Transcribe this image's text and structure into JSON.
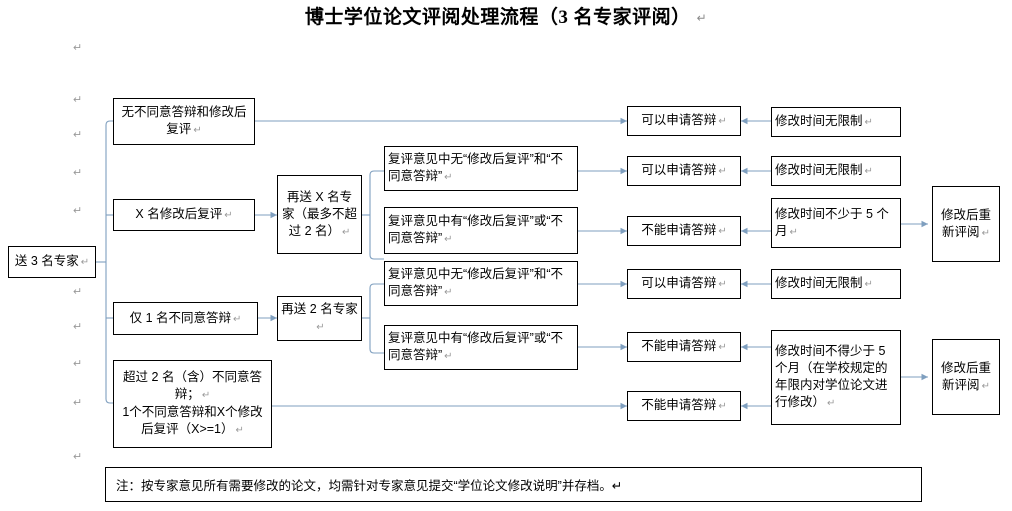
{
  "document": {
    "title": "博士学位论文评阅处理流程（3 名专家评阅）",
    "pilcrow": "↵"
  },
  "nodes": {
    "start": "送 3 名专家",
    "branch_no_objection": "无不同意答辩和修改后复评",
    "branch_x_revise": "X 名修改后复评",
    "branch_one_objection": "仅 1 名不同意答辩",
    "branch_two_plus_objection_l1": "超过 2 名（含）不同意答辩；",
    "branch_two_plus_objection_l2": "1个不同意答辩和X个修改后复评（X>=1）",
    "resend_x": "再送 X 名专家（最多不超过 2 名）",
    "resend_two": "再送 2 名专家",
    "review_no_a": "复评意见中无“修改后复评”和“不同意答辩”",
    "review_yes_a": "复评意见中有“修改后复评”或“不同意答辩”",
    "review_no_b": "复评意见中无“修改后复评”和“不同意答辩”",
    "review_yes_b": "复评意见中有“修改后复评”或“不同意答辩”",
    "can_apply_1": "可以申请答辩",
    "can_apply_2": "可以申请答辩",
    "can_apply_3": "可以申请答辩",
    "cannot_apply_1": "不能申请答辩",
    "cannot_apply_2": "不能申请答辩",
    "cannot_apply_3": "不能申请答辩",
    "time_unlimited_1": "修改时间无限制",
    "time_unlimited_2": "修改时间无限制",
    "time_unlimited_3": "修改时间无限制",
    "time_min_five": "修改时间不少于 5 个月",
    "time_min_five_long": "修改时间不得少于 5 个月（在学校规定的年限内对学位论文进行修改）",
    "rereview_1": "修改后重新评阅",
    "rereview_2": "修改后重新评阅"
  },
  "note": {
    "text": "注：按专家意见所有需要修改的论文，均需针对专家意见提交“学位论文修改说明”并存档。"
  },
  "style": {
    "connector_color": "#7f9fbf",
    "box_border": "#000000",
    "text_color": "#000000",
    "pilcrow_color": "#9a9a9a"
  }
}
